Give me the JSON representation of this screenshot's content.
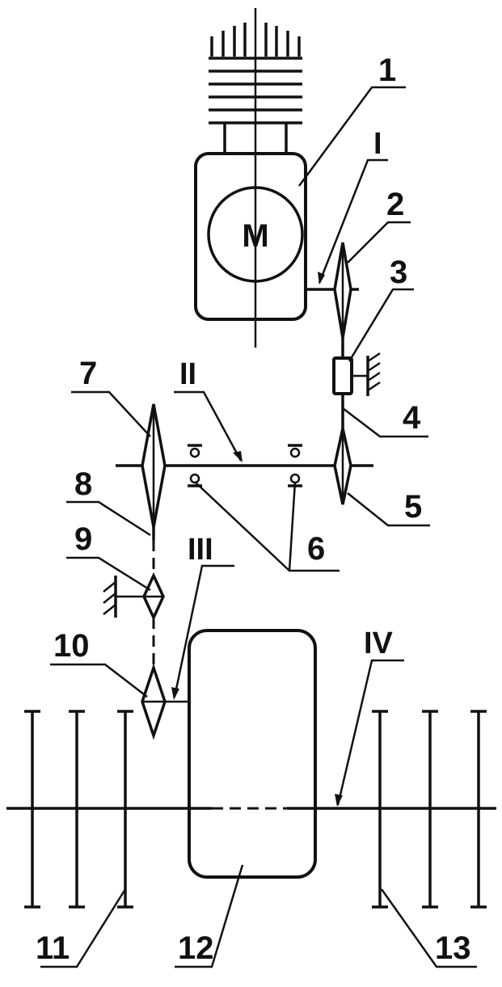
{
  "diagram": {
    "motor_symbol": "M",
    "labels": [
      "1",
      "2",
      "3",
      "4",
      "5",
      "6",
      "7",
      "8",
      "9",
      "10",
      "11",
      "12",
      "13"
    ],
    "shaft_labels": [
      "I",
      "II",
      "III",
      "IV"
    ]
  }
}
